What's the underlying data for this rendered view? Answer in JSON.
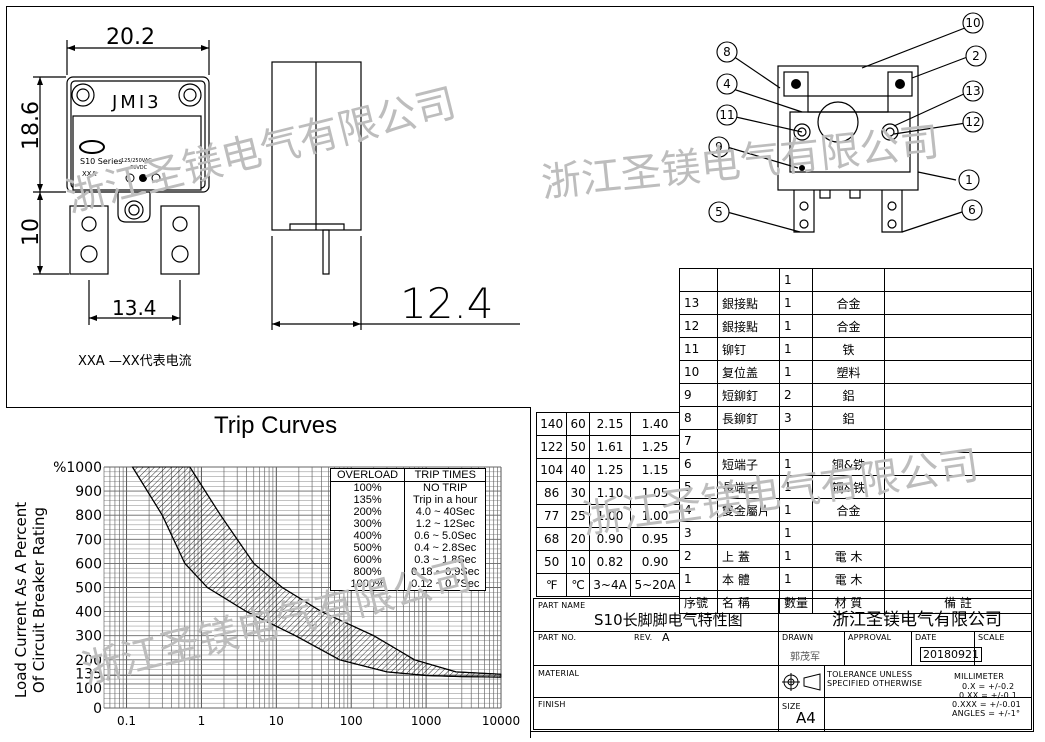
{
  "drawing": {
    "dims": {
      "width_top": "20.2",
      "height_left": "18.6",
      "tab_height": "10",
      "tab_spacing": "13.4",
      "side_depth": "12.4"
    },
    "device_label": "JMI3",
    "device_text": {
      "series": "S10 Series",
      "rating1": "125/250VAC",
      "rating2": "60VDC",
      "code": "XXA"
    },
    "legend_note": "XXA —XX代表电流",
    "watermark": "浙江圣镁电气有限公司",
    "callouts": [
      "10",
      "2",
      "8",
      "4",
      "13",
      "11",
      "12",
      "9",
      "1",
      "5",
      "6"
    ]
  },
  "bom": {
    "headers": {
      "no": "序號",
      "name": "名 稱",
      "qty": "數量",
      "material": "材 質",
      "note": "備 註"
    },
    "rows": [
      {
        "no": "",
        "name": "",
        "qty": "1",
        "material": "",
        "note": ""
      },
      {
        "no": "13",
        "name": "銀接點",
        "qty": "1",
        "material": "合金",
        "note": ""
      },
      {
        "no": "12",
        "name": "銀接點",
        "qty": "1",
        "material": "合金",
        "note": ""
      },
      {
        "no": "11",
        "name": "铆钉",
        "qty": "1",
        "material": "铁",
        "note": ""
      },
      {
        "no": "10",
        "name": "复位盖",
        "qty": "1",
        "material": "塑料",
        "note": ""
      },
      {
        "no": "9",
        "name": "短鉚釘",
        "qty": "2",
        "material": "鋁",
        "note": ""
      },
      {
        "no": "8",
        "name": "長鉚釘",
        "qty": "3",
        "material": "鋁",
        "note": ""
      },
      {
        "no": "7",
        "name": "",
        "qty": "",
        "material": "",
        "note": ""
      },
      {
        "no": "6",
        "name": "短端子",
        "qty": "1",
        "material": "铜&铁",
        "note": ""
      },
      {
        "no": "5",
        "name": "長端子",
        "qty": "1",
        "material": "铜&铁",
        "note": ""
      },
      {
        "no": "4",
        "name": "雙金屬片",
        "qty": "1",
        "material": "合金",
        "note": ""
      },
      {
        "no": "3",
        "name": "",
        "qty": "1",
        "material": "",
        "note": ""
      },
      {
        "no": "2",
        "name": "上 蓋",
        "qty": "1",
        "material": "電 木",
        "note": ""
      },
      {
        "no": "1",
        "name": "本 體",
        "qty": "1",
        "material": "電 木",
        "note": ""
      }
    ]
  },
  "temp_table": {
    "rows": [
      [
        "140",
        "60",
        "2.15",
        "1.40"
      ],
      [
        "122",
        "50",
        "1.61",
        "1.25"
      ],
      [
        "104",
        "40",
        "1.25",
        "1.15"
      ],
      [
        "86",
        "30",
        "1.10",
        "1.05"
      ],
      [
        "77",
        "25",
        "1.00",
        "1.00"
      ],
      [
        "68",
        "20",
        "0.90",
        "0.95"
      ],
      [
        "50",
        "10",
        "0.82",
        "0.90"
      ]
    ],
    "header": [
      "℉",
      "℃",
      "3~4A",
      "5~20A"
    ]
  },
  "title_block": {
    "part_name_label": "PART NAME",
    "part_name": "S10长脚脚电气特性图",
    "company": "浙江圣镁电气有限公司",
    "part_no_label": "PART NO.",
    "rev_label": "REV.",
    "rev": "A",
    "drawn_label": "DRAWN",
    "drawn": "郭茂军",
    "approval_label": "APPROVAL",
    "date_label": "DATE",
    "date": "20180921",
    "scale_label": "SCALE",
    "material_label": "MATERIAL",
    "finish_label": "FINISH",
    "tolerance": "TOLERANCE UNLESS SPECIFIED OTHERWISE",
    "units": "MILLIMETER",
    "tol_lines": [
      "0.X = +/-0.2",
      "0.XX = +/-0.1",
      "0.XXX = +/-0.01",
      "ANGLES = +/-1°"
    ],
    "size_label": "SIZE",
    "size": "A4"
  },
  "chart_data": {
    "type": "area",
    "title": "Trip Curves",
    "ylabel": "Load Current As A Percent Of Circuit Breaker Rating",
    "xlabel": "",
    "x_scale": "log",
    "xlim": [
      0.05,
      10000
    ],
    "ylim": [
      0,
      1000
    ],
    "x_ticks": [
      "0.1",
      "1",
      "10",
      "100",
      "1000",
      "10000"
    ],
    "y_ticks": [
      "0",
      "100",
      "135",
      "200",
      "300",
      "400",
      "500",
      "600",
      "700",
      "800",
      "900",
      "%1000"
    ],
    "grid": true,
    "series": [
      {
        "values_x": [
          0.12,
          0.3,
          0.6,
          1.2,
          4,
          18,
          70,
          300,
          1000,
          3000,
          10000
        ],
        "values_y": [
          1000,
          800,
          600,
          500,
          400,
          300,
          200,
          150,
          135,
          130,
          128
        ]
      },
      {
        "values_x": [
          0.7,
          1.8,
          5,
          12,
          40,
          200,
          700,
          2500,
          10000
        ],
        "values_y": [
          1000,
          800,
          600,
          500,
          400,
          300,
          200,
          150,
          140
        ]
      }
    ],
    "table": {
      "headers": [
        "OVERLOAD",
        "TRIP TIMES"
      ],
      "rows": [
        [
          "100%",
          "NO TRIP"
        ],
        [
          "135%",
          "Trip in a hour"
        ],
        [
          "200%",
          "4.0 ~ 40Sec"
        ],
        [
          "300%",
          "1.2 ~ 12Sec"
        ],
        [
          "400%",
          "0.6 ~ 5.0Sec"
        ],
        [
          "500%",
          "0.4 ~ 2.8Sec"
        ],
        [
          "600%",
          "0.3 ~ 1.8Sec"
        ],
        [
          "800%",
          "0.18 ~ 0.9Sec"
        ],
        [
          "1000%",
          "0.12 ~ 0.7Sec"
        ]
      ]
    }
  }
}
